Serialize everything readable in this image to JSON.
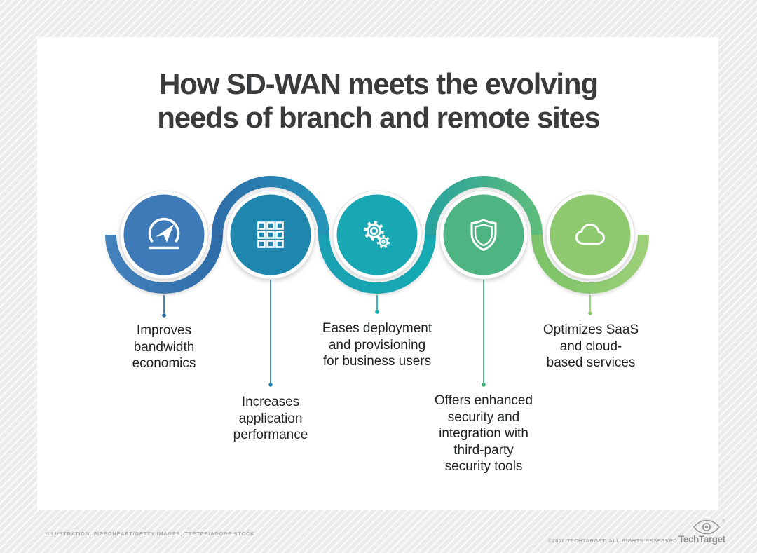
{
  "theme": {
    "page_stripe_base": "#ececec",
    "page_stripe_line": "#fafafa",
    "card_background": "#ffffff",
    "title_color": "#3a3b3d",
    "label_color": "#1e2122",
    "footer_text_color": "#acacac",
    "logo_color": "#9a9a9a",
    "icon_stroke": "#ffffff"
  },
  "title": {
    "lines": [
      "How SD-WAN meets the evolving",
      "needs of branch and remote sites"
    ]
  },
  "steps": [
    {
      "name": "bandwidth",
      "icon": "speedometer-icon",
      "circle_color": "#3d7ab7",
      "band_from": "#4583be",
      "band_to": "#2e6ca9",
      "connector_color": "#2a6ba7",
      "label_lines": [
        "Improves",
        "bandwidth",
        "economics"
      ]
    },
    {
      "name": "application-performance",
      "icon": "grid-icon",
      "circle_color": "#1f86ad",
      "band_from": "#2e6ca9",
      "band_to": "#2496b8",
      "connector_color": "#2288b9",
      "label_lines": [
        "Increases",
        "application",
        "performance"
      ]
    },
    {
      "name": "deployment",
      "icon": "gears-icon",
      "circle_color": "#17a8b4",
      "band_from": "#1aa1b3",
      "band_to": "#16abb3",
      "connector_color": "#16a9b4",
      "label_lines": [
        "Eases deployment",
        "and provisioning",
        "for business users"
      ]
    },
    {
      "name": "security",
      "icon": "shield-icon",
      "circle_color": "#4eb481",
      "band_from": "#27a29f",
      "band_to": "#5ebd79",
      "connector_color": "#33b279",
      "label_lines": [
        "Offers enhanced",
        "security and",
        "integration with",
        "third-party",
        "security tools"
      ]
    },
    {
      "name": "saas-cloud",
      "icon": "cloud-icon",
      "circle_color": "#8ec96f",
      "band_from": "#7ac267",
      "band_to": "#9dd079",
      "connector_color": "#8bc96f",
      "label_lines": [
        "Optimizes SaaS",
        "and cloud-",
        "based services"
      ]
    }
  ],
  "footer": {
    "credit": "ILLUSTRATION: FIREOHEART/GETTY IMAGES; TRETER/ADOBE STOCK",
    "copyright": "©2018 TECHTARGET. ALL RIGHTS RESERVED",
    "brand": "TechTarget",
    "registered_mark": "®"
  }
}
